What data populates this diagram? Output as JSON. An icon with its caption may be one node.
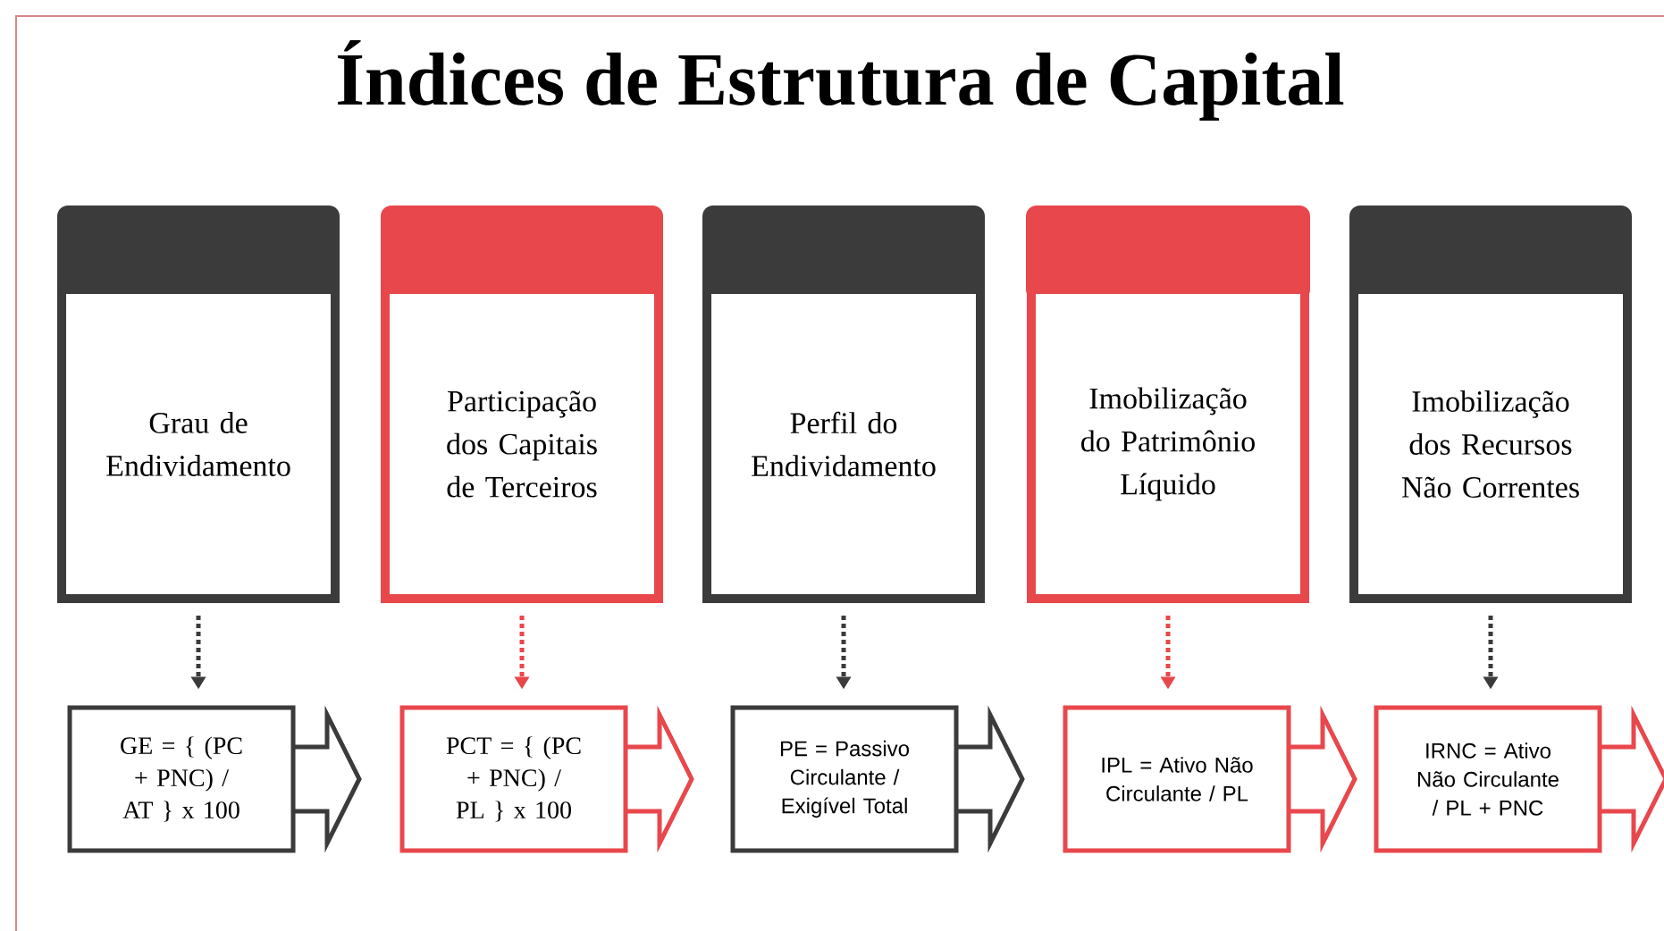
{
  "diagram": {
    "title": "Índices de Estrutura de Capital",
    "nodes": [
      {
        "text": [
          "Grau de Endividamento"
        ]
      },
      {
        "text": [
          "Participação dos Capitais de Terceiros"
        ]
      },
      {
        "text": [
          "Perfil do Endividamento"
        ]
      },
      {
        "text": [
          "Imobilização do Patrimônio Líquido"
        ]
      },
      {
        "text": [
          "Imobilização dos Recursos Não Correntes"
        ]
      },
      {
        "text": [
          "GE = { (PC + PNC) / AT } x 100"
        ]
      },
      {
        "text": [
          "PCT = { (PC + PNC) / PL } x 100"
        ]
      },
      {
        "text": [
          "PE = Passivo Circulante / Exigível Total"
        ]
      },
      {
        "text": [
          "IPL = Ativo Não Circulante / PL"
        ]
      },
      {
        "text": [
          "IRNC = Ativo Não Circulante / PL + PNC"
        ]
      }
    ],
    "edges": [
      {
        "from": 0,
        "to": 5,
        "arrow": "to"
      },
      {
        "from": 1,
        "to": 6,
        "arrow": "to",
        "color": "#e8474c"
      },
      {
        "from": 2,
        "to": 7,
        "arrow": "to"
      },
      {
        "from": 3,
        "to": 8,
        "arrow": "to",
        "color": "#e8474c"
      },
      {
        "from": 4,
        "to": 9,
        "arrow": "to"
      }
    ]
  }
}
